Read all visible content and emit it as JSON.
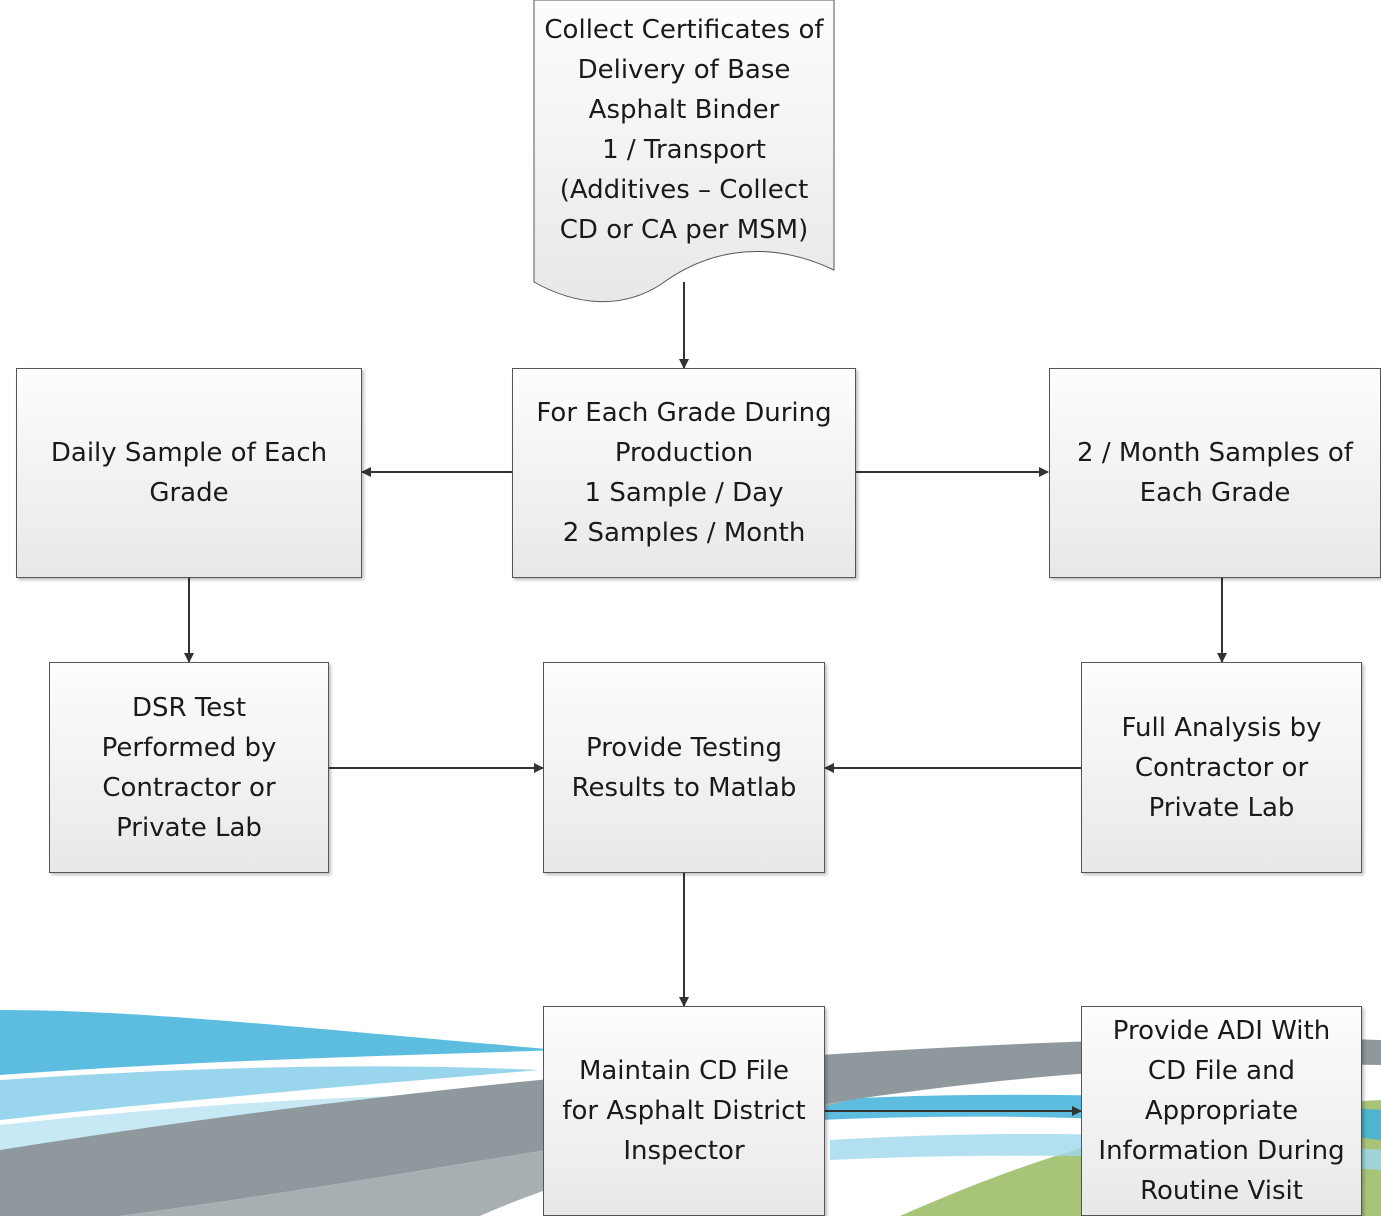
{
  "nodes": {
    "certificates": "Collect Certificates of\nDelivery of Base\nAsphalt Binder\n1 / Transport\n(Additives – Collect\nCD or CA per MSM)",
    "each_grade": "For Each Grade During\nProduction\n1 Sample / Day\n2 Samples / Month",
    "daily_sample": "Daily Sample of Each\nGrade",
    "monthly_samples": "2 / Month Samples of\nEach Grade",
    "dsr_test": "DSR Test\nPerformed by\nContractor or\nPrivate Lab",
    "provide_results": "Provide Testing\nResults to Matlab",
    "full_analysis": "Full Analysis by\nContractor or\nPrivate Lab",
    "maintain_cd": "Maintain CD File\nfor Asphalt District\nInspector",
    "provide_adi": "Provide ADI With\nCD File and\nAppropriate\nInformation During\nRoutine Visit"
  },
  "colors": {
    "box_border": "#555555",
    "arrow": "#333333",
    "swoosh_gray": "#8f999d",
    "swoosh_blue": "#3fb2dc",
    "swoosh_green": "#9ebe6a"
  }
}
